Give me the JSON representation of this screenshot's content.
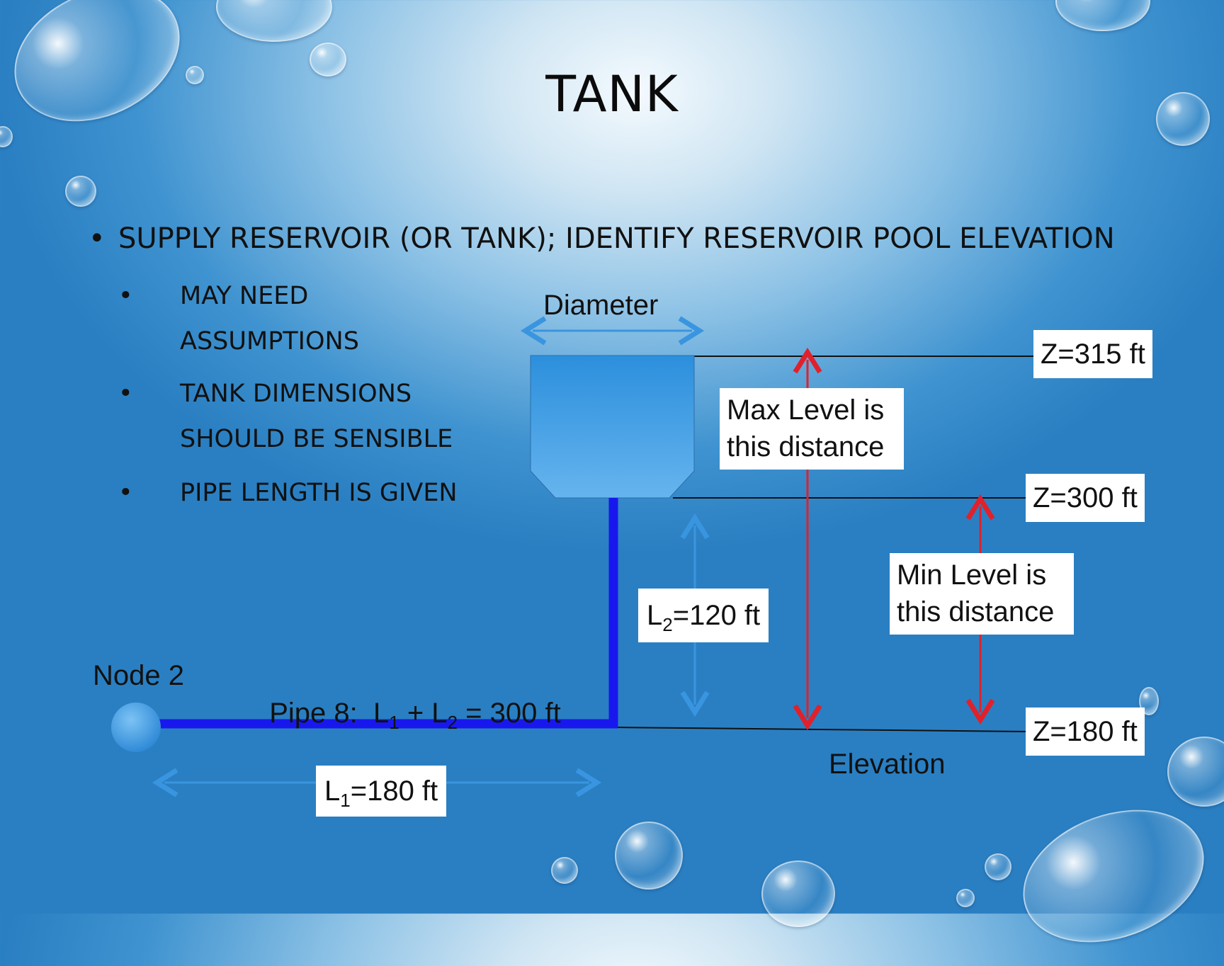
{
  "slide": {
    "title": "TANK",
    "bullet_main": "SUPPLY RESERVOIR (OR TANK); IDENTIFY RESERVOIR POOL ELEVATION",
    "sub_bullets": [
      {
        "line1": "MAY NEED",
        "line2": "ASSUMPTIONS"
      },
      {
        "line1": "TANK DIMENSIONS",
        "line2": "SHOULD BE SENSIBLE"
      },
      {
        "line1": "PIPE LENGTH IS GIVEN",
        "line2": ""
      }
    ],
    "bullet_glyph": "•"
  },
  "diagram": {
    "diameter_label": "Diameter",
    "z_top": "Z=315 ft",
    "z_mid": "Z=300 ft",
    "z_bottom": "Z=180 ft",
    "max_level": {
      "line1": "Max Level is",
      "line2": "this distance"
    },
    "min_level": {
      "line1": "Min Level is",
      "line2": "this distance"
    },
    "l2": {
      "sym": "L",
      "sub": "2",
      "rest": "=120 ft"
    },
    "l1": {
      "sym": "L",
      "sub": "1",
      "rest": "=180 ft"
    },
    "node_label": "Node 2",
    "pipe_label": {
      "prefix": "Pipe 8:  L",
      "sub1": "1",
      "mid": " + L",
      "sub2": "2",
      "suffix": " = 300 ft"
    },
    "elevation_label": "Elevation",
    "colors": {
      "tank": "#3c9be4",
      "pipe": "#1818ee",
      "red_arrow": "#e0212b",
      "blue_arrow": "#3a95e0",
      "node": "#3a95e0"
    }
  }
}
